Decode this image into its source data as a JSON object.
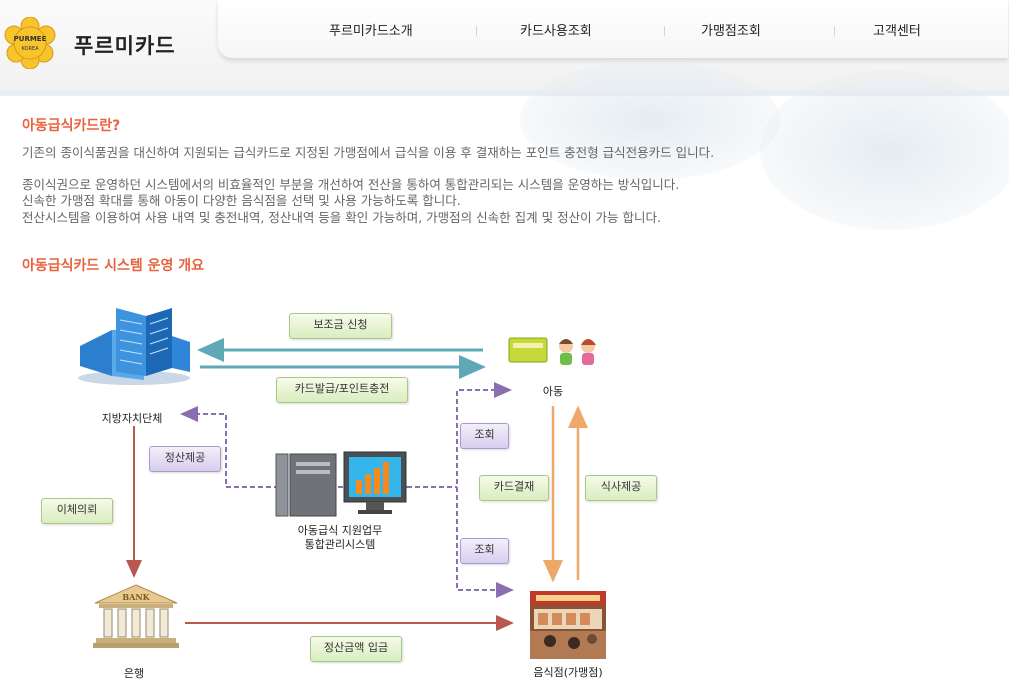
{
  "header": {
    "logo_badge_text_top": "PURMEE",
    "logo_badge_text_bottom": "KOREA",
    "brand_name": "푸르미카드",
    "nav": [
      "푸르미카드소개",
      "카드사용조회",
      "가맹점조회",
      "고객센터"
    ]
  },
  "section1": {
    "title": "아동급식카드란?",
    "para1": "기존의 종이식품권을 대신하여 지원되는 급식카드로 지정된 가맹점에서 급식을 이용 후 결재하는 포인트 충전형 급식전용카드 입니다.",
    "para2_lines": [
      "종이식권으로 운영하던 시스템에서의 비효율적인 부분을 개선하여 전산을 통하여 통합관리되는 시스템을 운영하는 방식입니다.",
      "신속한 가맹점 확대를 통해 아동이 다양한 음식점을 선택 및 사용 가능하도록 합니다.",
      "전산시스템을 이용하여 사용 내역 및 충전내역, 정산내역 등을 확인 가능하며, 가맹점의 신속한 집계 및 정산이 가능 합니다."
    ]
  },
  "section2": {
    "title": "아동급식카드 시스템 운영 개요"
  },
  "diagram": {
    "nodes": {
      "government": "지방자치단체",
      "child": "아동",
      "system_line1": "아동급식 지원업무",
      "system_line2": "통합관리시스템",
      "bank": "은행",
      "restaurant": "음식점(가맹점)",
      "bank_sign": "BANK"
    },
    "tags": {
      "subsidy": "보조금 신청",
      "card_issue": "카드발급/포인트충전",
      "settlement_provide": "정산제공",
      "transfer_request": "이체의뢰",
      "inquiry1": "조회",
      "inquiry2": "조회",
      "card_payment": "카드결재",
      "meal_provide": "식사제공",
      "settlement_deposit": "정산금액 입금"
    }
  },
  "colors": {
    "accent_title": "#e8623e",
    "teal_arrow": "#5fa8b8",
    "purple_dash": "#8a6fb0",
    "orange_arrow": "#eda86a",
    "red_arrow": "#b9584e"
  }
}
